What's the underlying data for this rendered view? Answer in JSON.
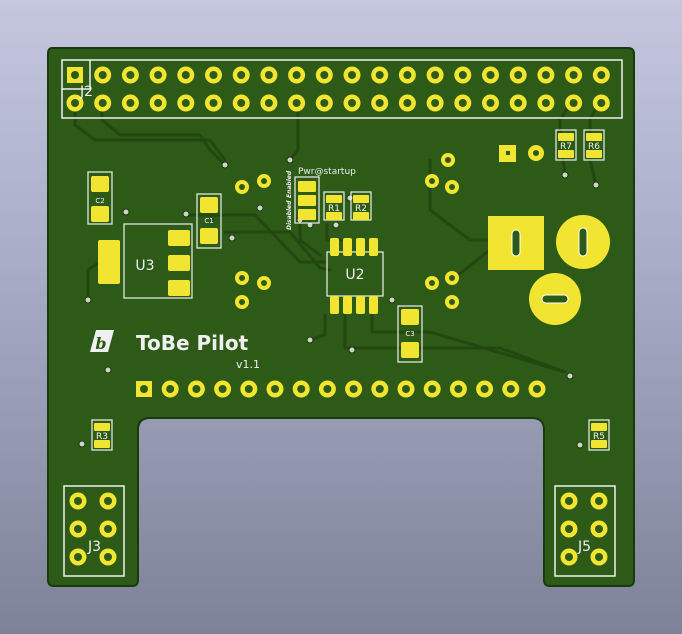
{
  "board": {
    "title": "ToBe Pilot",
    "version": "v1.1",
    "logo_glyph": "b",
    "colors": {
      "background_top": "#c4c7de",
      "background_bottom": "#7e8298",
      "pcb": "#2d5a16",
      "pcb_edge": "#1b3a0c",
      "pad_gold": "#f2e531",
      "silkscreen": "#f0f0f0",
      "trace": "#234710"
    }
  },
  "connectors": {
    "j2": "J2",
    "j3": "J3",
    "j5": "J5"
  },
  "chips": {
    "u2": "U2",
    "u3": "U3"
  },
  "passives": {
    "c1": "C1",
    "c2": "C2",
    "c3": "C3",
    "r1": "R1",
    "r2": "R2",
    "r3": "R3",
    "r5": "R5",
    "r6": "R6",
    "r7": "R7"
  },
  "jumper": {
    "title": "Pwr@startup",
    "enabled": "Enabled",
    "disabled": "Disabled"
  }
}
